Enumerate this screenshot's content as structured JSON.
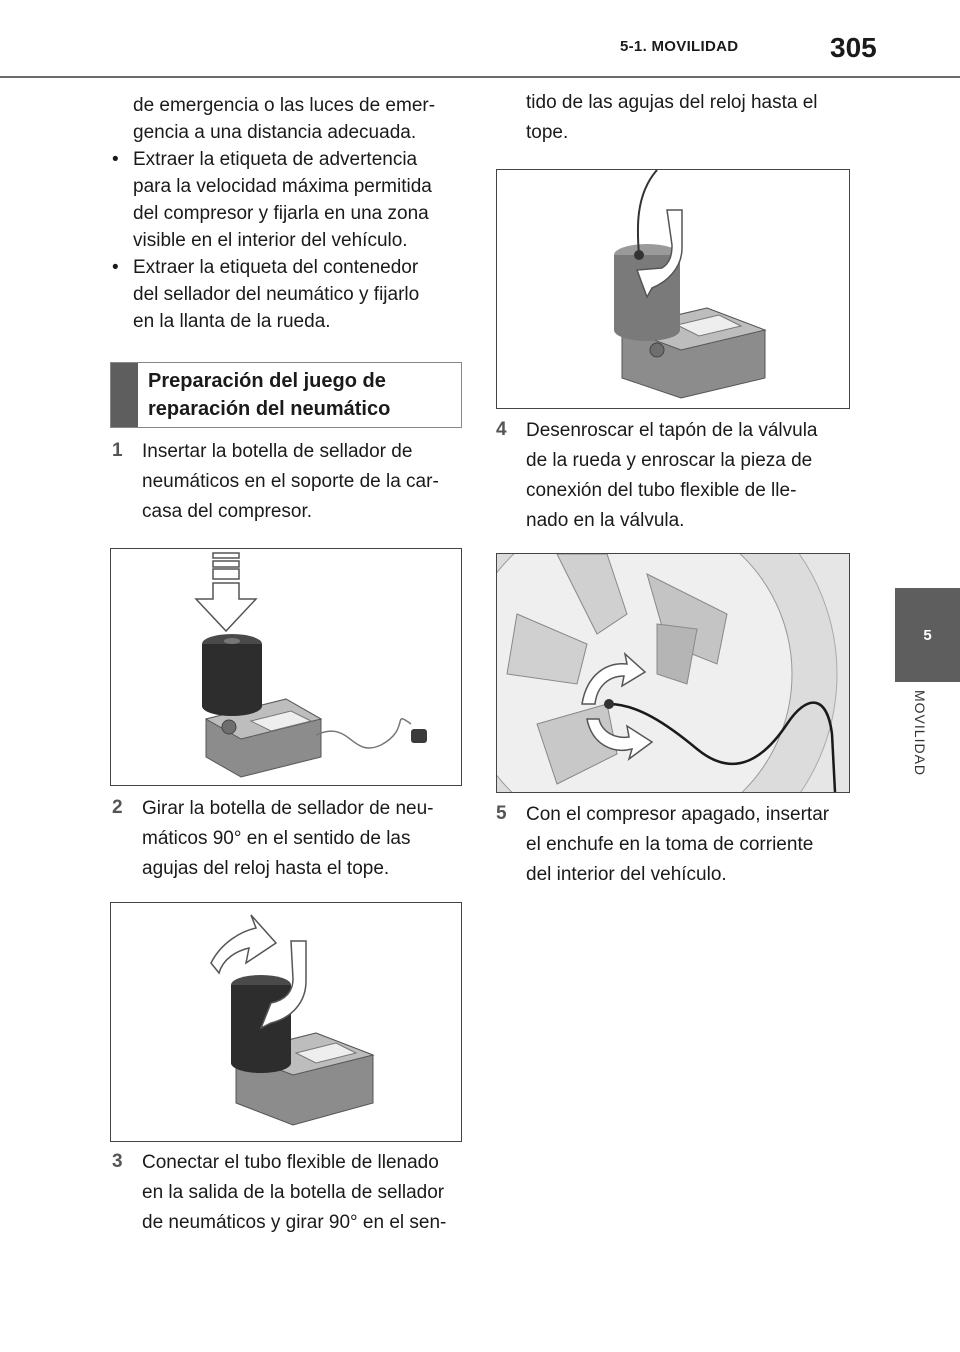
{
  "header": {
    "section": "5-1. MOVILIDAD",
    "page_number": "305"
  },
  "side_tab": {
    "chapter": "5",
    "label": "MOVILIDAD"
  },
  "left_column": {
    "intro_lines": [
      "de emergencia o las luces de emer-",
      "gencia a una distancia adecuada."
    ],
    "bullets": [
      {
        "mark": "•",
        "lines": [
          "Extraer la etiqueta de advertencia",
          "para la velocidad máxima permitida",
          "del compresor y fijarla en una zona",
          "visible en el interior del vehículo."
        ]
      },
      {
        "mark": "•",
        "lines": [
          "Extraer la etiqueta del contenedor",
          "del sellador del neumático y fijarlo",
          "en la llanta de la rueda."
        ]
      }
    ],
    "section_title_lines": [
      "Preparación del juego de",
      "reparación del neumático"
    ],
    "step1": {
      "number": "1",
      "lines": [
        "Insertar la botella de sellador de",
        "neumáticos en el soporte de la car-",
        "casa del compresor."
      ]
    },
    "step2": {
      "number": "2",
      "lines": [
        "Girar la botella de sellador de neu-",
        "máticos 90° en el sentido de las",
        "agujas del reloj hasta el tope."
      ]
    },
    "step3": {
      "number": "3",
      "lines": [
        "Conectar el tubo flexible de llenado",
        "en la salida de la botella de sellador",
        "de neumáticos y girar 90° en el sen-"
      ]
    }
  },
  "right_column": {
    "continuation_lines": [
      "tido de las agujas del reloj hasta el",
      "tope."
    ],
    "step4": {
      "number": "4",
      "lines": [
        "Desenroscar el tapón de la válvula",
        "de la rueda y enroscar la pieza de",
        "conexión del tubo flexible de lle-",
        "nado en la válvula."
      ]
    },
    "step5": {
      "number": "5",
      "lines": [
        "Con el compresor apagado, insertar",
        "el enchufe en la toma de corriente",
        "del interior del vehículo."
      ]
    }
  }
}
